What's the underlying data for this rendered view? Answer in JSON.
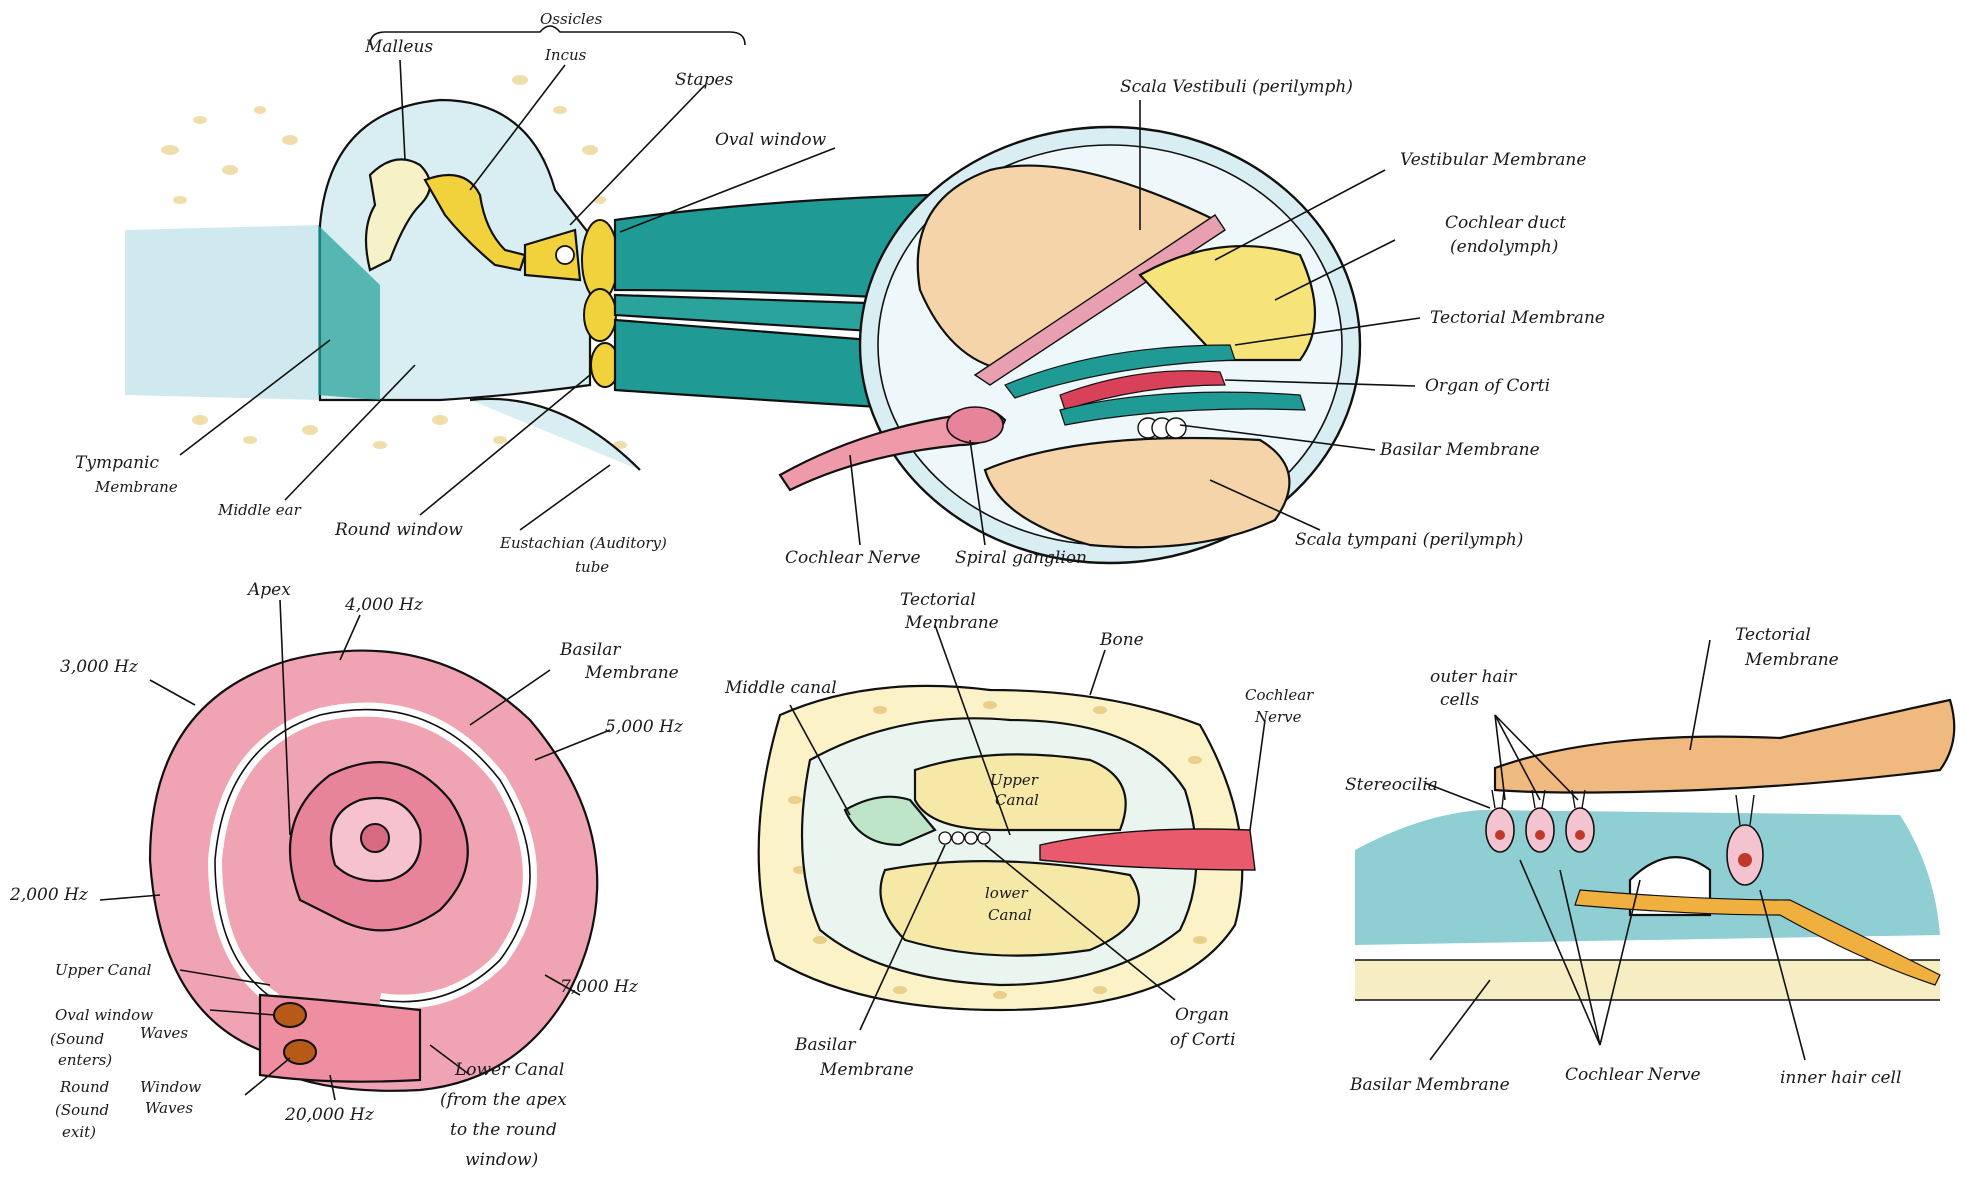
{
  "diagram_ear": {
    "labels": {
      "ossicles": "Ossicles",
      "malleus": "Malleus",
      "incus": "Incus",
      "stapes": "Stapes",
      "oval_window": "Oval window",
      "scala_vestibuli": "Scala Vestibuli (perilymph)",
      "vestibular_membrane": "Vestibular Membrane",
      "cochlear_duct_1": "Cochlear duct",
      "cochlear_duct_2": "(endolymph)",
      "tectorial_membrane": "Tectorial Membrane",
      "organ_of_corti": "Organ of Corti",
      "basilar_membrane": "Basilar Membrane",
      "scala_tympani": "Scala tympani (perilymph)",
      "tympanic_1": "Tympanic",
      "tympanic_2": "Membrane",
      "middle_ear": "Middle ear",
      "round_window": "Round window",
      "eustachian_1": "Eustachian (Auditory)",
      "eustachian_2": "tube",
      "cochlear_nerve": "Cochlear Nerve",
      "spiral_ganglion": "Spiral ganglion"
    }
  },
  "diagram_spiral": {
    "labels": {
      "apex": "Apex",
      "hz_4000": "4,000 Hz",
      "hz_3000": "3,000 Hz",
      "basilar_1": "Basilar",
      "basilar_2": "Membrane",
      "hz_5000": "5,000 Hz",
      "hz_2000": "2,000 Hz",
      "upper_canal": "Upper Canal",
      "hz_7000": "7,000 Hz",
      "oval_window_1": "Oval window",
      "sound_enters_1": "(Sound",
      "sound_enters_2": "enters)",
      "waves_1": "Waves",
      "round_window_1": "Round",
      "window_2": "Window",
      "sound_exit_1": "(Sound",
      "sound_exit_2": "exit)",
      "waves_2": "Waves",
      "hz_20000": "20,000 Hz",
      "lower_canal_1": "Lower Canal",
      "lower_canal_2": "(from the apex",
      "lower_canal_3": "to the round",
      "lower_canal_4": "window)"
    }
  },
  "diagram_section": {
    "labels": {
      "tectorial_1": "Tectorial",
      "tectorial_2": "Membrane",
      "bone": "Bone",
      "middle_canal": "Middle canal",
      "cochlear_nerve_1": "Cochlear",
      "cochlear_nerve_2": "Nerve",
      "upper_canal_1": "Upper",
      "upper_canal_2": "Canal",
      "lower_canal_1": "lower",
      "lower_canal_2": "Canal",
      "basilar_1": "Basilar",
      "basilar_2": "Membrane",
      "organ_1": "Organ",
      "organ_2": "of Corti"
    }
  },
  "diagram_hair": {
    "labels": {
      "tectorial_1": "Tectorial",
      "tectorial_2": "Membrane",
      "outer_hair_1": "outer hair",
      "outer_hair_2": "cells",
      "stereocilia": "Stereocilia",
      "basilar_membrane": "Basilar Membrane",
      "cochlear_nerve": "Cochlear Nerve",
      "inner_hair_cell": "inner hair cell"
    }
  },
  "colors": {
    "teal": "#1f9a94",
    "light_blue": "#cfe9ee",
    "yellow": "#f2d23c",
    "pink": "#e8849a",
    "red": "#d9405a",
    "peach": "#f0b980",
    "bone_dots": "#e8cf8a"
  }
}
